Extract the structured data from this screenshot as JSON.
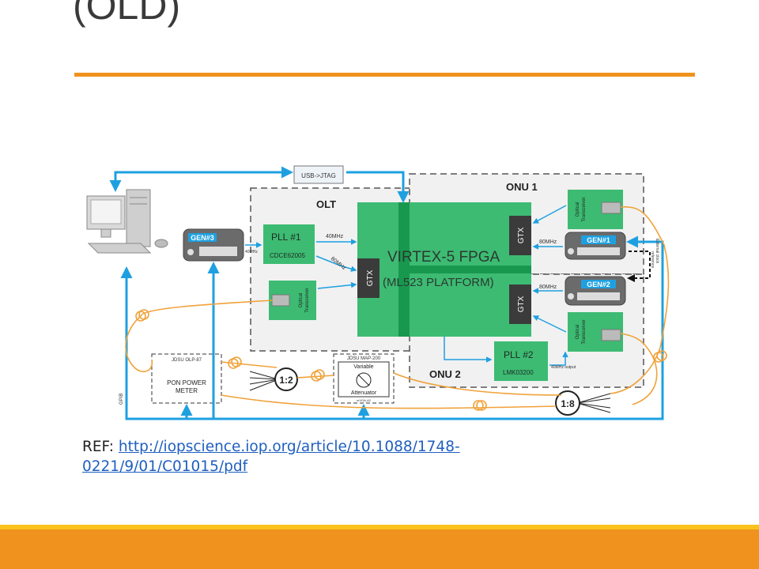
{
  "slide": {
    "title_visible": "(OLD)",
    "title_partial_top": "prototype setup",
    "accent_color": "#f0931e",
    "footer_color": "#f0931e"
  },
  "diagram": {
    "usb_jtag": "USB->JTAG",
    "olt": "OLT",
    "onu1": "ONU 1",
    "onu2": "ONU 2",
    "gen3": "GEN#3",
    "gen1": "GEN#1",
    "gen2": "GEN#2",
    "pll1_title": "PLL #1",
    "pll1_sub": "CDCE62005",
    "pll2_title": "PLL #2",
    "pll2_sub": "LMK03200",
    "fpga_line1": "VIRTEX-5 FPGA",
    "fpga_line2": "(ML523 PLATFORM)",
    "gtx": "GTX",
    "optical_line1": "Optical",
    "optical_line2": "Transceiver",
    "f40": "40MHz",
    "f80": "80MHz",
    "f40_output": "40MHz output",
    "ext_clock": "External clock",
    "ref_label": "reference",
    "jdsu_olp": "JDSU OLP-87",
    "pon_line1": "PON POWER",
    "pon_line2": "METER",
    "jdsu_map": "JDSU MAP-200",
    "variable": "Variable",
    "attenuator": "Attenuator",
    "mvoa": "mVOA-A2",
    "split12": "1:2",
    "split18": "1:8",
    "gpib": "GPIB"
  },
  "reference": {
    "prefix": "REF: ",
    "url": "http://iopscience.iop.org/article/10.1088/1748-0221/9/01/C01015/pdf"
  }
}
